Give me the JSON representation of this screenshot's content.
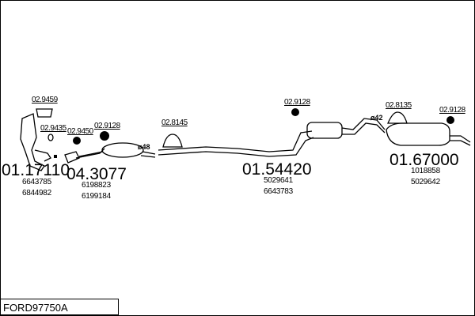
{
  "title": "FORD97750A",
  "accessories": [
    {
      "ref": "02.9459"
    },
    {
      "ref": "02.9435"
    },
    {
      "ref": "02.9450"
    },
    {
      "ref": "02.9128"
    },
    {
      "ref": "02.8145"
    },
    {
      "ref": "02.9128"
    },
    {
      "ref": "02.8135"
    },
    {
      "ref": "02.9128"
    }
  ],
  "parts": [
    {
      "ref": "01.17110",
      "oem": [
        "6643785",
        "6844982"
      ]
    },
    {
      "ref": "04.3077",
      "oem": [
        "6198823",
        "6199184"
      ]
    },
    {
      "ref": "01.54420",
      "oem": [
        "5029641",
        "6643783"
      ]
    },
    {
      "ref": "01.67000",
      "oem": [
        "1018858",
        "5029642"
      ]
    }
  ],
  "diameters": [
    "ø48",
    "ø42"
  ]
}
